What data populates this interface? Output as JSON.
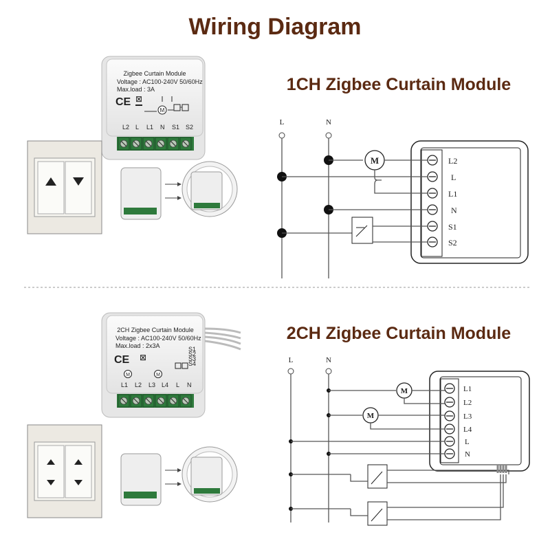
{
  "title": "Wiring Diagram",
  "section1": {
    "heading": "1CH Zigbee Curtain Module",
    "module": {
      "name": "Zigbee Curtain Module",
      "voltage": "Voltage : AC100-240V 50/60Hz",
      "maxload": "Max.load : 3A",
      "terminals": [
        "L2",
        "L",
        "L1",
        "N",
        "S1",
        "S2"
      ]
    },
    "schematic": {
      "bus_l": "L",
      "bus_n": "N",
      "motor": "M",
      "terminals": [
        "L2",
        "L",
        "L1",
        "N",
        "S1",
        "S2"
      ]
    }
  },
  "section2": {
    "heading": "2CH Zigbee Curtain Module",
    "module": {
      "name": "2CH Zigbee Curtain Module",
      "voltage": "Voltage : AC100-240V 50/60Hz",
      "maxload": "Max.load : 2x3A",
      "terminals": [
        "L1",
        "L2",
        "L3",
        "L4",
        "L",
        "N"
      ],
      "switch_pins": [
        "S1",
        "S2",
        "S3",
        "S4"
      ]
    },
    "schematic": {
      "bus_l": "L",
      "bus_n": "N",
      "motor": "M",
      "terminals": [
        "L1",
        "L2",
        "L3",
        "L4",
        "L",
        "N"
      ]
    }
  },
  "colors": {
    "title": "#5b2a12",
    "module_body": "#f2f2f2",
    "terminal_green": "#2e7a3c",
    "wall_plate": "#ece9e2"
  }
}
